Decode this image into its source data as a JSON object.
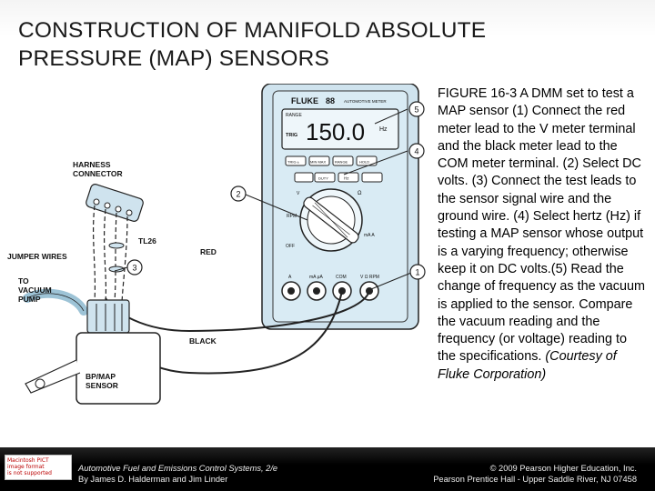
{
  "title_line1": "CONSTRUCTION OF MANIFOLD ABSOLUTE",
  "title_line2": "PRESSURE (MAP) SENSORS",
  "caption": {
    "figure_label": "FIGURE 16-3",
    "text": " A DMM set to test a MAP sensor (1) Connect the red meter lead to the V meter terminal and the black meter lead to the COM meter terminal. (2) Select DC volts. (3) Connect the test leads to the sensor signal wire and the ground wire. (4) Select hertz (Hz) if testing a MAP sensor whose output is a varying frequency; otherwise keep it on DC volts.(5) Read the change of frequency as the vacuum is applied to the sensor. Compare the vacuum reading and the frequency (or voltage) reading to the specifications. ",
    "credit": "(Courtesy of Fluke Corporation)"
  },
  "figure": {
    "labels": {
      "harness": "HARNESS\nCONNECTOR",
      "tl26": "TL26",
      "jumper": "JUMPER WIRES",
      "to_vacuum": "TO\nVACUUM\nPUMP",
      "red": "RED",
      "black": "BLACK",
      "sensor": "BP/MAP\nSENSOR"
    },
    "meter": {
      "brand": "FLUKE",
      "model": "88",
      "subtitle": "AUTOMOTIVE METER",
      "range_label": "RANGE",
      "reading": "150.0",
      "unit": "Hz",
      "trig_label": "TRIG",
      "buttons": [
        "TRIG ±",
        "MIN MAX",
        "RANGE",
        "HOLD",
        "DUTY",
        "Hz"
      ],
      "dial_labels": [
        "V",
        "RPM",
        "OFF",
        "Ω",
        "mA A"
      ],
      "terminals": [
        "A",
        "mA μA",
        "COM",
        "V Ω RPM"
      ]
    },
    "callouts": [
      "5",
      "4",
      "2",
      "3",
      "1"
    ]
  },
  "footer": {
    "logo_text": "Macintosh PICT\nimage format\nis not supported",
    "book_line": "Automotive Fuel and Emissions Control Systems, 2/e",
    "authors_line": "By James D. Halderman and Jim Linder",
    "copyright_line": "© 2009 Pearson Higher Education, Inc.",
    "publisher_line": "Pearson Prentice Hall - Upper Saddle River, NJ 07458"
  }
}
